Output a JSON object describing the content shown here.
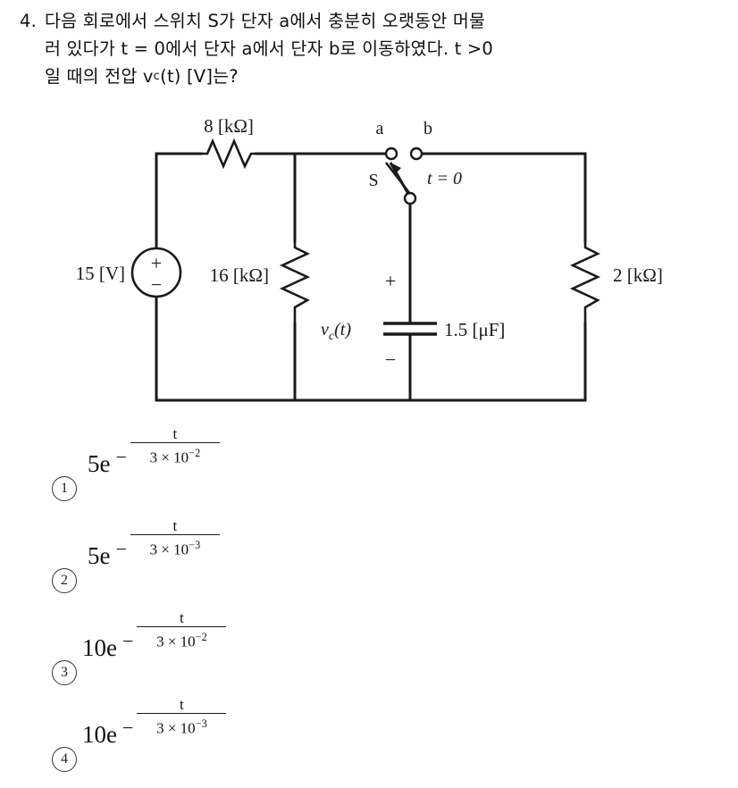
{
  "question": {
    "number": "4.",
    "line1": "다음 회로에서 스위치 S가 단자 a에서 충분히 오랫동안 머물",
    "line2_a": "러 있다가 t = 0에서 단자 a에서 단자 b로 이동하였다. t >0",
    "line3_a": "일 때의 전압 v",
    "line3_sub": "c",
    "line3_b": "(t) [V]는?"
  },
  "circuit": {
    "source_label": "15 [V]",
    "source_plus": "+",
    "source_minus": "−",
    "r_series_label": "8 [kΩ]",
    "r_shunt_label": "16 [kΩ]",
    "r_right_label": "2 [kΩ]",
    "cap_value": "1.5 [μF]",
    "cap_var_v": "v",
    "cap_var_sub": "c",
    "cap_var_t": "(t)",
    "cap_plus": "+",
    "cap_minus": "−",
    "terminal_a": "a",
    "terminal_b": "b",
    "switch_label": "S",
    "switch_time": "t = 0"
  },
  "choices": [
    {
      "marker": "1",
      "coefficient": "5e",
      "minus": "−",
      "numerator": "t",
      "denominator_base": "3 × 10",
      "denominator_exp": "−2"
    },
    {
      "marker": "2",
      "coefficient": "5e",
      "minus": "−",
      "numerator": "t",
      "denominator_base": "3 × 10",
      "denominator_exp": "−3"
    },
    {
      "marker": "3",
      "coefficient": "10e",
      "minus": "−",
      "numerator": "t",
      "denominator_base": "3 × 10",
      "denominator_exp": "−2"
    },
    {
      "marker": "4",
      "coefficient": "10e",
      "minus": "−",
      "numerator": "t",
      "denominator_base": "3 × 10",
      "denominator_exp": "−3"
    }
  ],
  "colors": {
    "ink": "#1a1a1a",
    "background": "#ffffff"
  }
}
